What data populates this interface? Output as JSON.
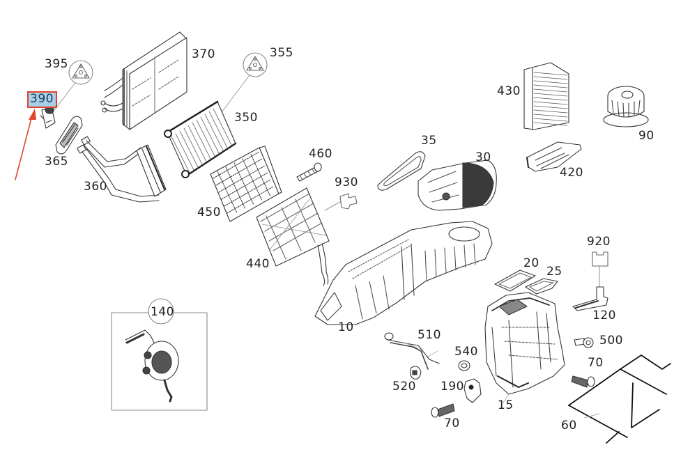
{
  "diagram": {
    "title": "",
    "highlight_color": "#a9cfe8",
    "annotation_color": "#e0452c",
    "selected_callout": "390",
    "callouts": [
      {
        "id": "395",
        "label": "395"
      },
      {
        "id": "390",
        "label": "390",
        "highlighted": true
      },
      {
        "id": "365",
        "label": "365"
      },
      {
        "id": "360",
        "label": "360"
      },
      {
        "id": "370",
        "label": "370"
      },
      {
        "id": "355",
        "label": "355"
      },
      {
        "id": "350",
        "label": "350"
      },
      {
        "id": "450",
        "label": "450"
      },
      {
        "id": "460",
        "label": "460"
      },
      {
        "id": "930",
        "label": "930"
      },
      {
        "id": "440",
        "label": "440"
      },
      {
        "id": "35",
        "label": "35"
      },
      {
        "id": "30",
        "label": "30"
      },
      {
        "id": "430",
        "label": "430"
      },
      {
        "id": "90",
        "label": "90"
      },
      {
        "id": "420",
        "label": "420"
      },
      {
        "id": "920",
        "label": "920"
      },
      {
        "id": "20",
        "label": "20"
      },
      {
        "id": "25",
        "label": "25"
      },
      {
        "id": "120",
        "label": "120"
      },
      {
        "id": "10",
        "label": "10"
      },
      {
        "id": "140",
        "label": "140"
      },
      {
        "id": "510",
        "label": "510"
      },
      {
        "id": "540",
        "label": "540"
      },
      {
        "id": "500",
        "label": "500"
      },
      {
        "id": "70a",
        "label": "70"
      },
      {
        "id": "520",
        "label": "520"
      },
      {
        "id": "190",
        "label": "190"
      },
      {
        "id": "15",
        "label": "15"
      },
      {
        "id": "70b",
        "label": "70"
      },
      {
        "id": "60",
        "label": "60"
      }
    ]
  }
}
